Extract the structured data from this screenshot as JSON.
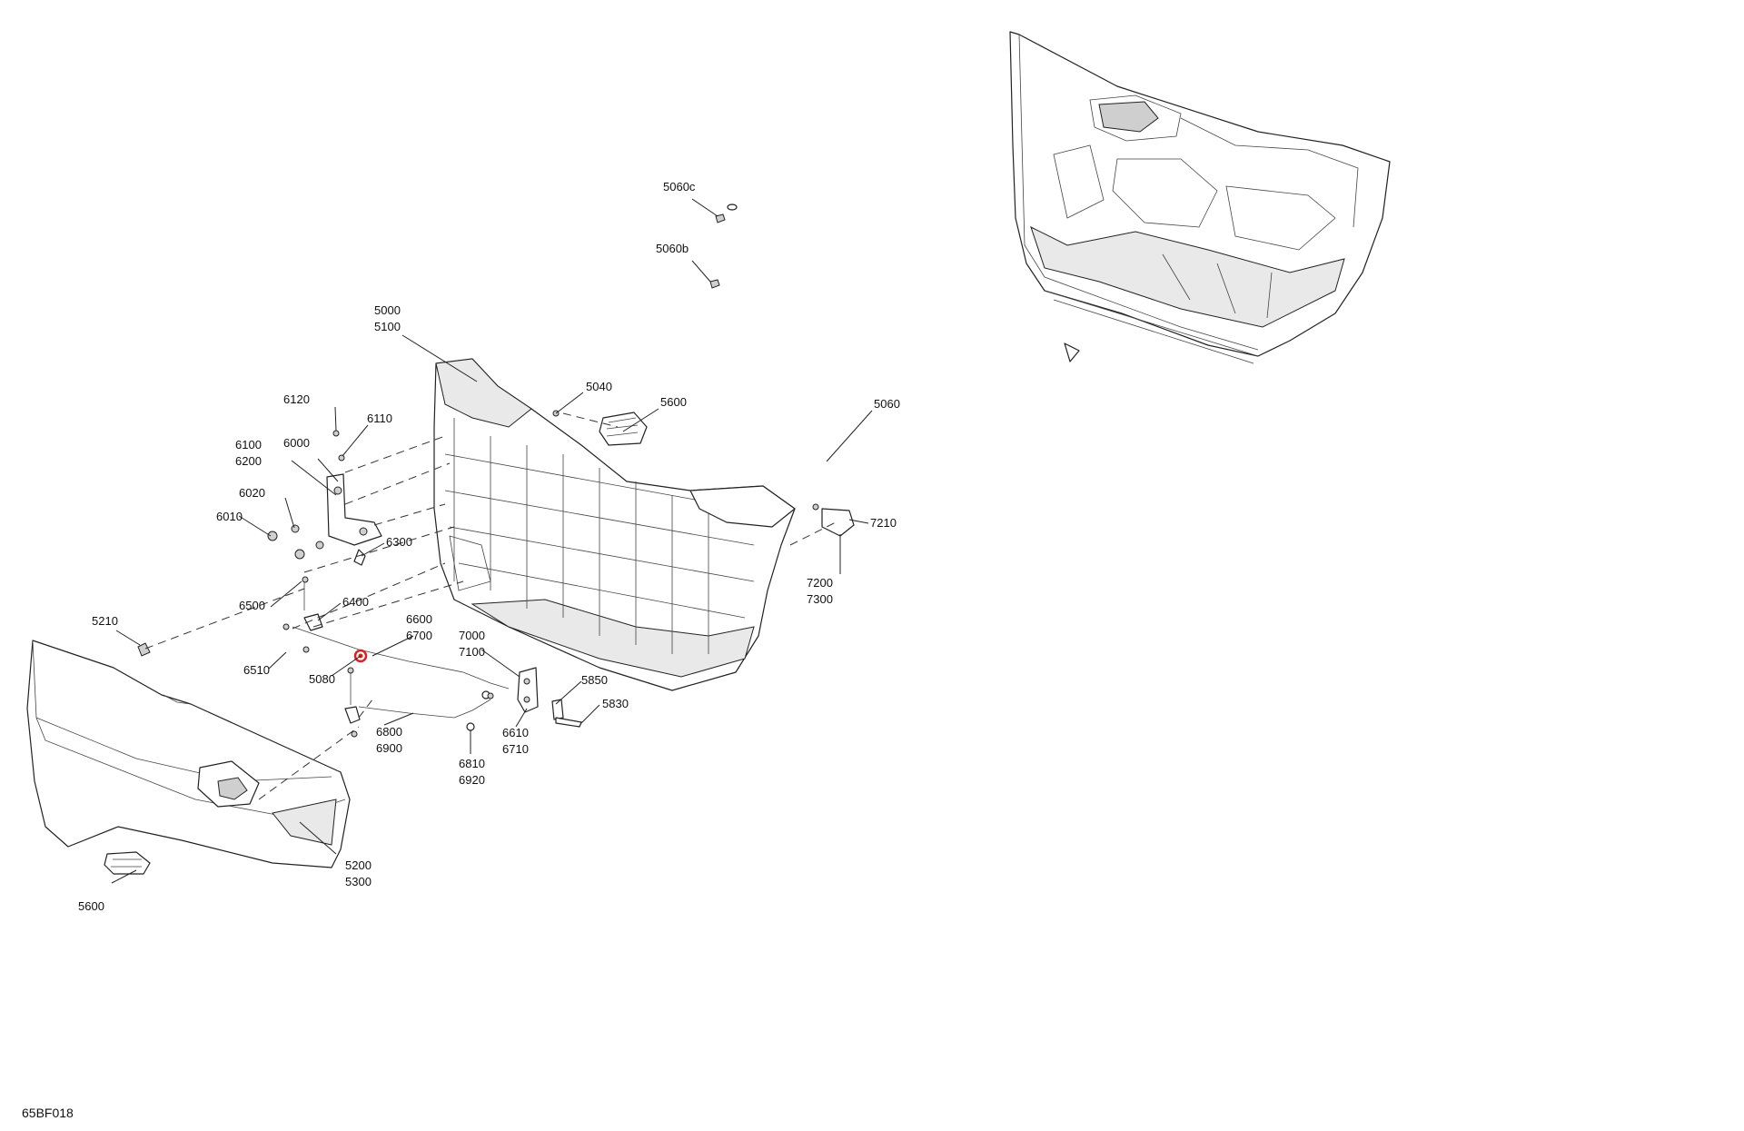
{
  "diagram_id": "65BF018",
  "highlight_color": "#e02020",
  "callouts": [
    {
      "id": "c5060c",
      "lines": [
        "5060c"
      ]
    },
    {
      "id": "c5060b",
      "lines": [
        "5060b"
      ]
    },
    {
      "id": "c5000",
      "lines": [
        "5000",
        "5100"
      ]
    },
    {
      "id": "c5040",
      "lines": [
        "5040"
      ]
    },
    {
      "id": "c5600a",
      "lines": [
        "5600"
      ]
    },
    {
      "id": "c5060",
      "lines": [
        "5060"
      ]
    },
    {
      "id": "c6120",
      "lines": [
        "6120"
      ]
    },
    {
      "id": "c6110",
      "lines": [
        "6110"
      ]
    },
    {
      "id": "c6100",
      "lines": [
        "6100",
        "6200"
      ]
    },
    {
      "id": "c6000",
      "lines": [
        "6000"
      ]
    },
    {
      "id": "c6020",
      "lines": [
        "6020"
      ]
    },
    {
      "id": "c6010",
      "lines": [
        "6010"
      ]
    },
    {
      "id": "c6300",
      "lines": [
        "6300"
      ]
    },
    {
      "id": "c7210",
      "lines": [
        "7210"
      ]
    },
    {
      "id": "c7200",
      "lines": [
        "7200",
        "7300"
      ]
    },
    {
      "id": "c6500",
      "lines": [
        "6500"
      ]
    },
    {
      "id": "c6400",
      "lines": [
        "6400"
      ]
    },
    {
      "id": "c6600",
      "lines": [
        "6600",
        "6700"
      ]
    },
    {
      "id": "c7000",
      "lines": [
        "7000",
        "7100"
      ]
    },
    {
      "id": "c5210",
      "lines": [
        "5210"
      ]
    },
    {
      "id": "c6510",
      "lines": [
        "6510"
      ]
    },
    {
      "id": "c5080",
      "lines": [
        "5080"
      ]
    },
    {
      "id": "c5850",
      "lines": [
        "5850"
      ]
    },
    {
      "id": "c5830",
      "lines": [
        "5830"
      ]
    },
    {
      "id": "c6610",
      "lines": [
        "6610",
        "6710"
      ]
    },
    {
      "id": "c6800",
      "lines": [
        "6800",
        "6900"
      ]
    },
    {
      "id": "c6810",
      "lines": [
        "6810",
        "6920"
      ]
    },
    {
      "id": "c5200",
      "lines": [
        "5200",
        "5300"
      ]
    },
    {
      "id": "c5600b",
      "lines": [
        "5600"
      ]
    }
  ]
}
